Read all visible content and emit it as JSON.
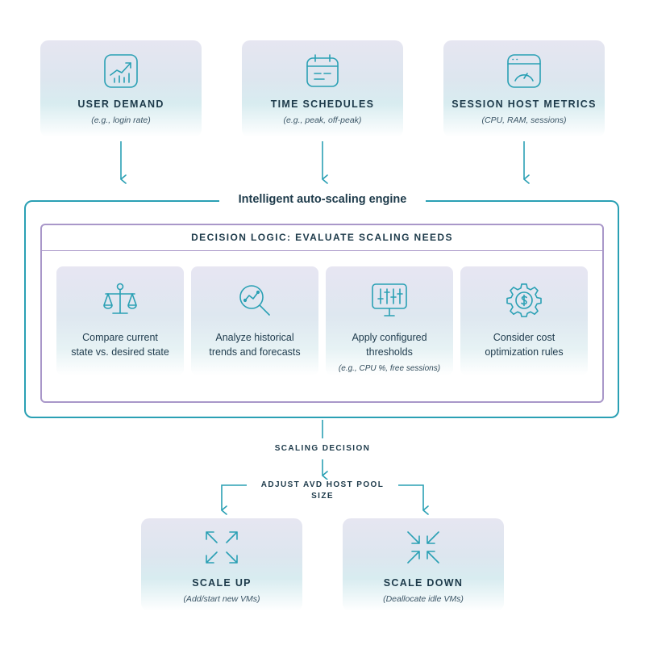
{
  "inputs": [
    {
      "title": "USER DEMAND",
      "subtitle": "(e.g., login rate)",
      "icon": "chart-growth-icon"
    },
    {
      "title": "TIME SCHEDULES",
      "subtitle": "(e.g., peak, off-peak)",
      "icon": "calendar-icon"
    },
    {
      "title": "SESSION HOST METRICS",
      "subtitle": "(CPU, RAM, sessions)",
      "icon": "gauge-icon"
    }
  ],
  "engine": {
    "title": "Intelligent auto-scaling engine",
    "logic_title": "DECISION LOGIC: EVALUATE SCALING NEEDS",
    "steps": [
      {
        "line1": "Compare current",
        "line2": "state vs. desired state",
        "icon": "scales-icon"
      },
      {
        "line1": "Analyze historical",
        "line2": "trends and forecasts",
        "icon": "magnifier-trend-icon"
      },
      {
        "line1": "Apply configured",
        "line2": "thresholds",
        "subtitle": "(e.g., CPU %, free sessions)",
        "icon": "monitor-sliders-icon"
      },
      {
        "line1": "Consider cost",
        "line2": "optimization rules",
        "icon": "gear-dollar-icon"
      }
    ]
  },
  "flow": {
    "decision_label": "SCALING DECISION",
    "adjust_label": "ADJUST AVD HOST POOL SIZE"
  },
  "outputs": [
    {
      "title": "SCALE UP",
      "subtitle": "(Add/start new VMs)",
      "icon": "expand-arrows-icon"
    },
    {
      "title": "SCALE DOWN",
      "subtitle": "(Deallocate idle VMs)",
      "icon": "collapse-arrows-icon"
    }
  ],
  "colors": {
    "accent": "#2aa0b4",
    "logic_border": "#a997c9",
    "text": "#1d3a4a"
  }
}
